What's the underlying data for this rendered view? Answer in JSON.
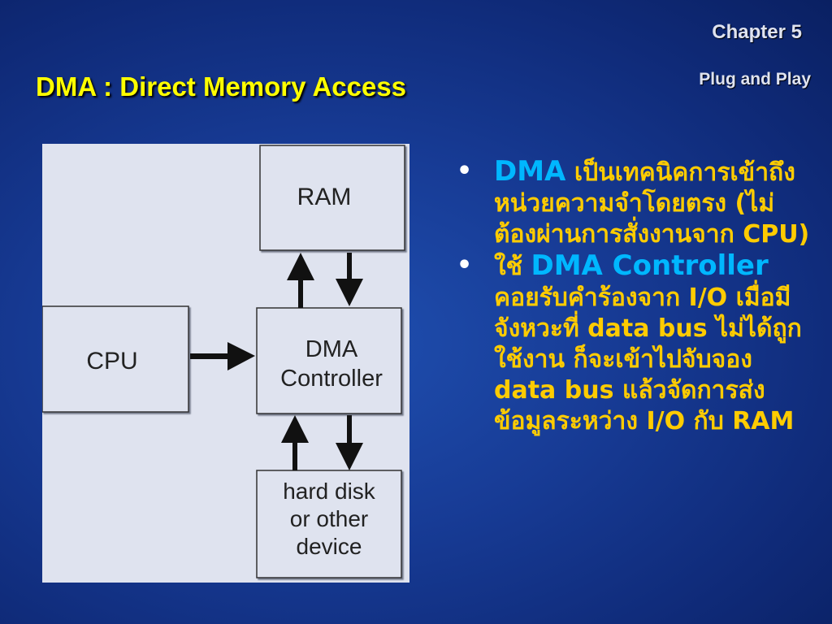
{
  "header": {
    "chapter": "Chapter 5",
    "subtitle": "Plug and Play",
    "title": "DMA : Direct Memory Access"
  },
  "diagram": {
    "ram_label": "RAM",
    "cpu_label": "CPU",
    "dma_label_line1": "DMA",
    "dma_label_line2": "Controller",
    "device_label_line1": "hard disk",
    "device_label_line2": "or other",
    "device_label_line3": "device"
  },
  "bullets": [
    {
      "keyword": "DMA",
      "text": "เป็นเทคนิคการเข้าถึงหน่วยความจำโดยตรง (ไม่ต้องผ่านการสั่งงานจาก CPU)"
    },
    {
      "prefix": "ใช้",
      "keyword": "DMA Controller",
      "text": "คอยรับคำร้องจาก I/O เมื่อมีจังหวะที่ data bus ไม่ได้ถูกใช้งาน ก็จะเข้าไปจับจอง data bus แล้วจัดการส่งข้อมูลระหว่าง I/O กับ RAM"
    }
  ],
  "colors": {
    "background": "#173b95",
    "title": "#ffff00",
    "keyword": "#00b7ff",
    "body_text": "#ffcc00",
    "diagram_bg": "#dfe3ef"
  }
}
